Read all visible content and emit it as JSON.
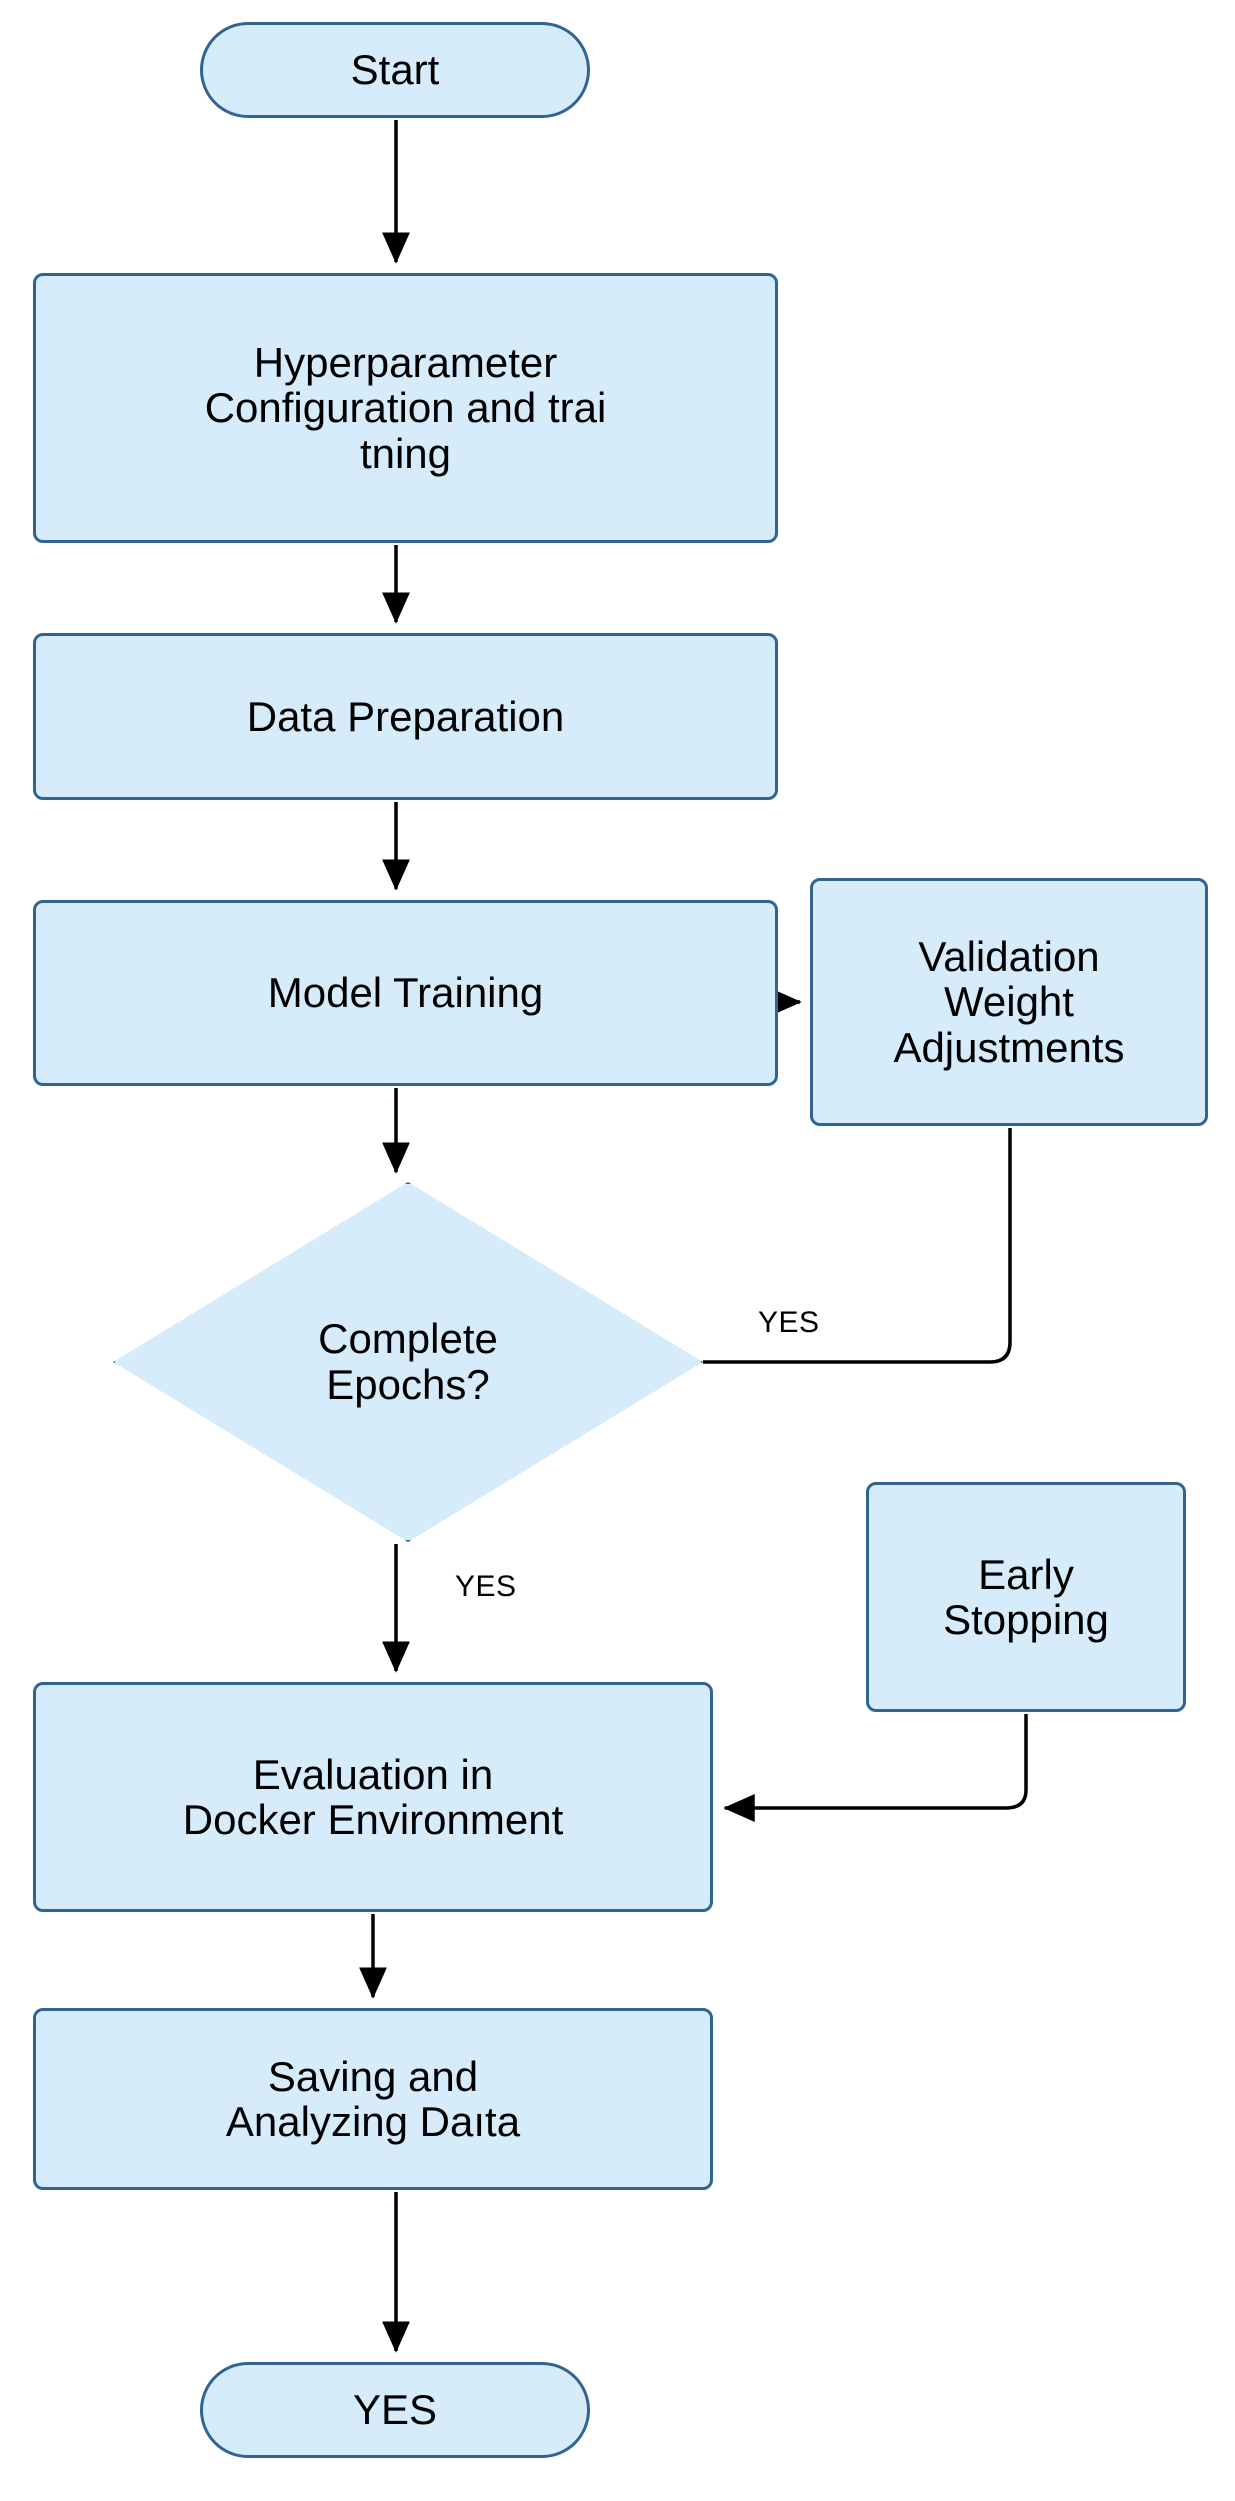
{
  "diagram": {
    "type": "flowchart",
    "orientation": "top-to-bottom",
    "palette": {
      "node_fill": "#d7ecfb",
      "node_border": "#2f6494",
      "edge": "#000000",
      "text": "#000000",
      "background": "#ffffff"
    },
    "nodes": [
      {
        "id": "start",
        "shape": "terminator",
        "label": "Start"
      },
      {
        "id": "hyperparam",
        "shape": "process",
        "label": "Hyperparameter\nConfiguration and trai\ntning"
      },
      {
        "id": "data_prep",
        "shape": "process",
        "label": "Data Preparation"
      },
      {
        "id": "model_train",
        "shape": "process",
        "label": "Model Training"
      },
      {
        "id": "validation",
        "shape": "process",
        "label": "Validation\nWeight\nAdjustments"
      },
      {
        "id": "epochs",
        "shape": "decision",
        "label": "Complete\nEpochs?"
      },
      {
        "id": "early_stop",
        "shape": "process",
        "label": "Early\nStopping"
      },
      {
        "id": "evaluation",
        "shape": "process",
        "label": "Evaluation in\nDocker Environment"
      },
      {
        "id": "saving",
        "shape": "process",
        "label": "Saving and\nAnalyzing Daıta"
      },
      {
        "id": "end",
        "shape": "terminator",
        "label": "YES"
      }
    ],
    "edges": [
      {
        "from": "start",
        "to": "hyperparam",
        "label": ""
      },
      {
        "from": "hyperparam",
        "to": "data_prep",
        "label": ""
      },
      {
        "from": "data_prep",
        "to": "model_train",
        "label": ""
      },
      {
        "from": "model_train",
        "to": "validation",
        "label": ""
      },
      {
        "from": "model_train",
        "to": "epochs",
        "label": ""
      },
      {
        "from": "epochs",
        "to": "validation",
        "label": "YES"
      },
      {
        "from": "epochs",
        "to": "evaluation",
        "label": "YES"
      },
      {
        "from": "early_stop",
        "to": "evaluation",
        "label": ""
      },
      {
        "from": "evaluation",
        "to": "saving",
        "label": ""
      },
      {
        "from": "saving",
        "to": "end",
        "label": ""
      }
    ],
    "edge_labels": {
      "epochs_yes_right": "YES",
      "epochs_yes_down": "YES"
    }
  }
}
